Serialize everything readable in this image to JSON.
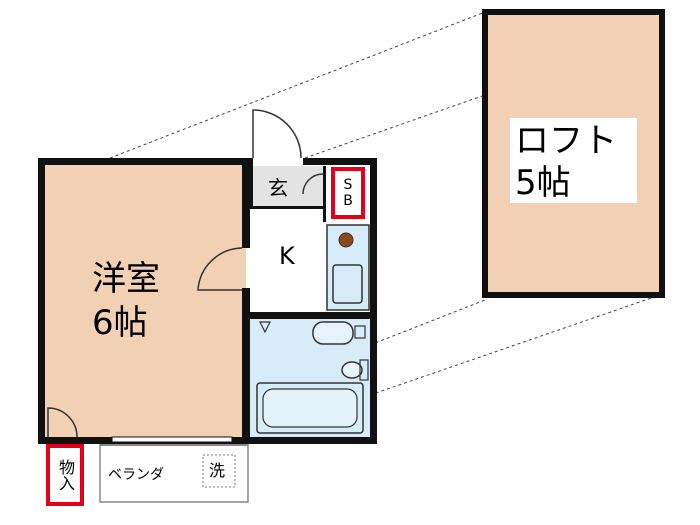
{
  "rooms": {
    "western_room_label": "洋室",
    "western_room_size": "6帖",
    "loft_label": "ロフト",
    "loft_size": "5帖",
    "kitchen_label": "K",
    "entrance_label": "玄",
    "shoe_box_label": "SB",
    "storage_label": "物入",
    "balcony_label": "ベランダ",
    "washer_label": "洗"
  },
  "colors": {
    "room_fill": "#f2d0b4",
    "wet_area_fill": "#d6ecf8",
    "entrance_fill": "#e3e3e3",
    "wall": "#111111",
    "accent_red": "#e2001a"
  }
}
